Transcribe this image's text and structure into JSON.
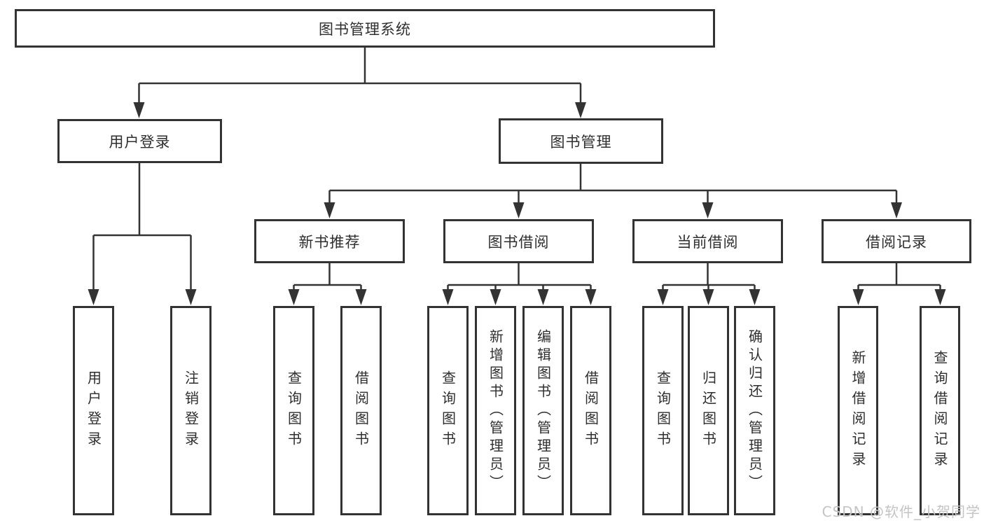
{
  "watermark": "CSDN @软件_小贺同学",
  "colors": {
    "line": "#333333",
    "text": "#2e2e2e",
    "watermark": "#c4c4c4",
    "background": "#ffffff"
  },
  "tree": {
    "root": {
      "label": "图书管理系统"
    },
    "branches": [
      {
        "label": "用户登录",
        "children": [
          "用户登录",
          "注销登录"
        ]
      },
      {
        "label": "图书管理",
        "groups": [
          {
            "label": "新书推荐",
            "children": [
              "查询图书",
              "借阅图书"
            ]
          },
          {
            "label": "图书借阅",
            "children": [
              "查询图书",
              "新增图书（管理员）",
              "编辑图书（管理员）",
              "借阅图书"
            ]
          },
          {
            "label": "当前借阅",
            "children": [
              "查询图书",
              "归还图书",
              "确认归还（管理员）"
            ]
          },
          {
            "label": "借阅记录",
            "children": [
              "新增借阅记录",
              "查询借阅记录"
            ]
          }
        ]
      }
    ]
  }
}
